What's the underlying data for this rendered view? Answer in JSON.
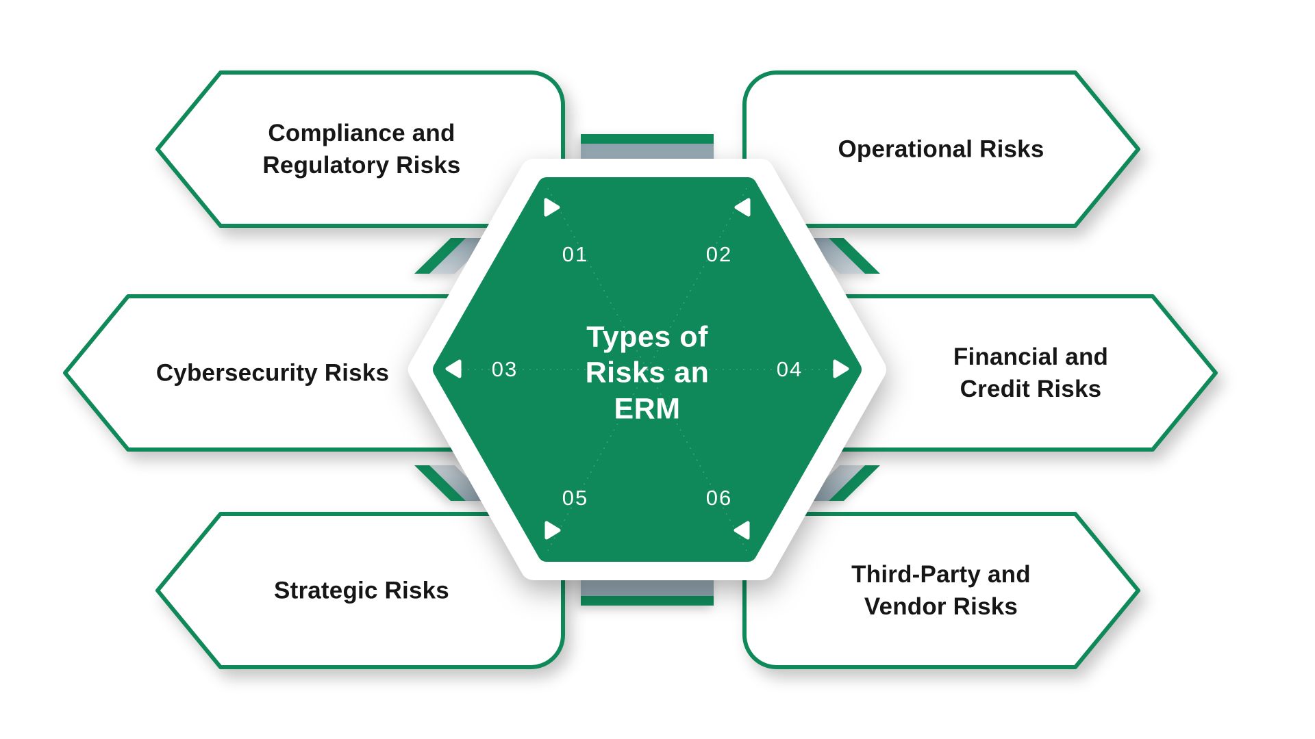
{
  "meta": {
    "title": "Types of Risks an ERM hexagon infographic"
  },
  "colors": {
    "green": "#10895A",
    "connector_gray_dark": "#8da2ad",
    "connector_gray_light": "#c9d1d7",
    "text_dark": "#161616",
    "white": "#ffffff"
  },
  "hexagon": {
    "title_lines": [
      "Types of",
      "Risks an",
      "ERM"
    ]
  },
  "numbers": {
    "n1": "01",
    "n2": "02",
    "n3": "03",
    "n4": "04",
    "n5": "05",
    "n6": "06"
  },
  "boxes": {
    "top_left": {
      "lines": [
        "Compliance and",
        "Regulatory Risks"
      ]
    },
    "top_right": {
      "lines": [
        "Operational Risks"
      ]
    },
    "middle_left": {
      "lines": [
        "Cybersecurity Risks"
      ]
    },
    "middle_right": {
      "lines": [
        "Financial and",
        "Credit Risks"
      ]
    },
    "bottom_left": {
      "lines": [
        "Strategic Risks"
      ]
    },
    "bottom_right": {
      "lines": [
        "Third-Party and",
        "Vendor Risks"
      ]
    }
  }
}
